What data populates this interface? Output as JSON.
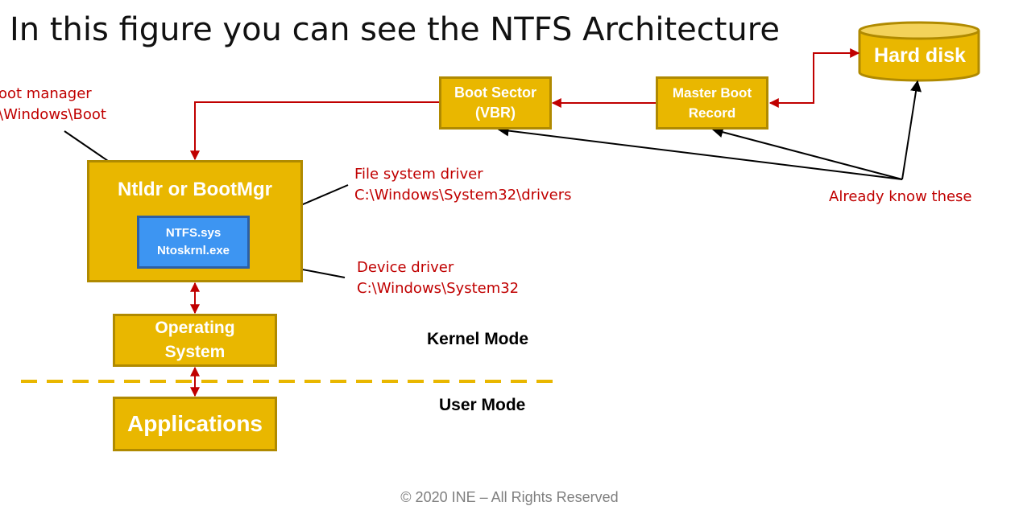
{
  "title": "In this figure you can see the NTFS Architecture",
  "colors": {
    "box_fill": "#e9b700",
    "box_border": "#b08a00",
    "inner_fill": "#3d95f2",
    "inner_border": "#2b5fa6",
    "annotation_text": "#c00000",
    "connector_red": "#c00000",
    "pointer_black": "#000000",
    "mode_divider": "#e9b700",
    "footer_text": "#7f7f7f"
  },
  "hard_disk": {
    "label": "Hard disk"
  },
  "boot_sector": {
    "line1": "Boot Sector",
    "line2": "(VBR)"
  },
  "mbr": {
    "line1": "Master Boot",
    "line2": "Record"
  },
  "ntldr": {
    "label": "Ntldr or BootMgr"
  },
  "inner_drivers": {
    "line1": "NTFS.sys",
    "line2": "Ntoskrnl.exe"
  },
  "operating_system": {
    "line1": "Operating",
    "line2": "System"
  },
  "applications": {
    "label": "Applications"
  },
  "notes": {
    "boot_manager": {
      "line1": "oot manager",
      "line2": "\\Windows\\Boot"
    },
    "file_system_driver": {
      "line1": "File system driver",
      "line2": "C:\\Windows\\System32\\drivers"
    },
    "device_driver": {
      "line1": "Device driver",
      "line2": "C:\\Windows\\System32"
    },
    "already_know": "Already know these"
  },
  "modes": {
    "kernel": "Kernel Mode",
    "user": "User Mode"
  },
  "footer": "© 2020 INE – All Rights Reserved"
}
